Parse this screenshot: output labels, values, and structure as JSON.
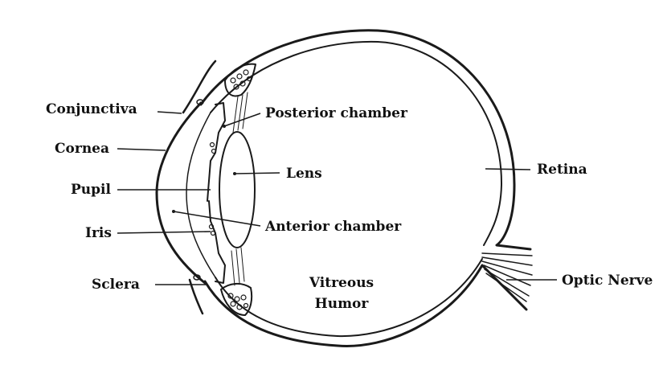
{
  "diagram": {
    "labels": {
      "conjunctiva": "Conjunctiva",
      "cornea": "Cornea",
      "pupil": "Pupil",
      "iris": "Iris",
      "sclera": "Sclera",
      "posterior_chamber": "Posterior chamber",
      "lens": "Lens",
      "anterior_chamber": "Anterior chamber",
      "vitreous_line1": "Vitreous",
      "vitreous_line2": "Humor",
      "retina": "Retina",
      "optic_nerve": "Optic Nerve"
    },
    "colors": {
      "line": "#1a1a1a",
      "text": "#111111",
      "background": "#ffffff"
    }
  }
}
